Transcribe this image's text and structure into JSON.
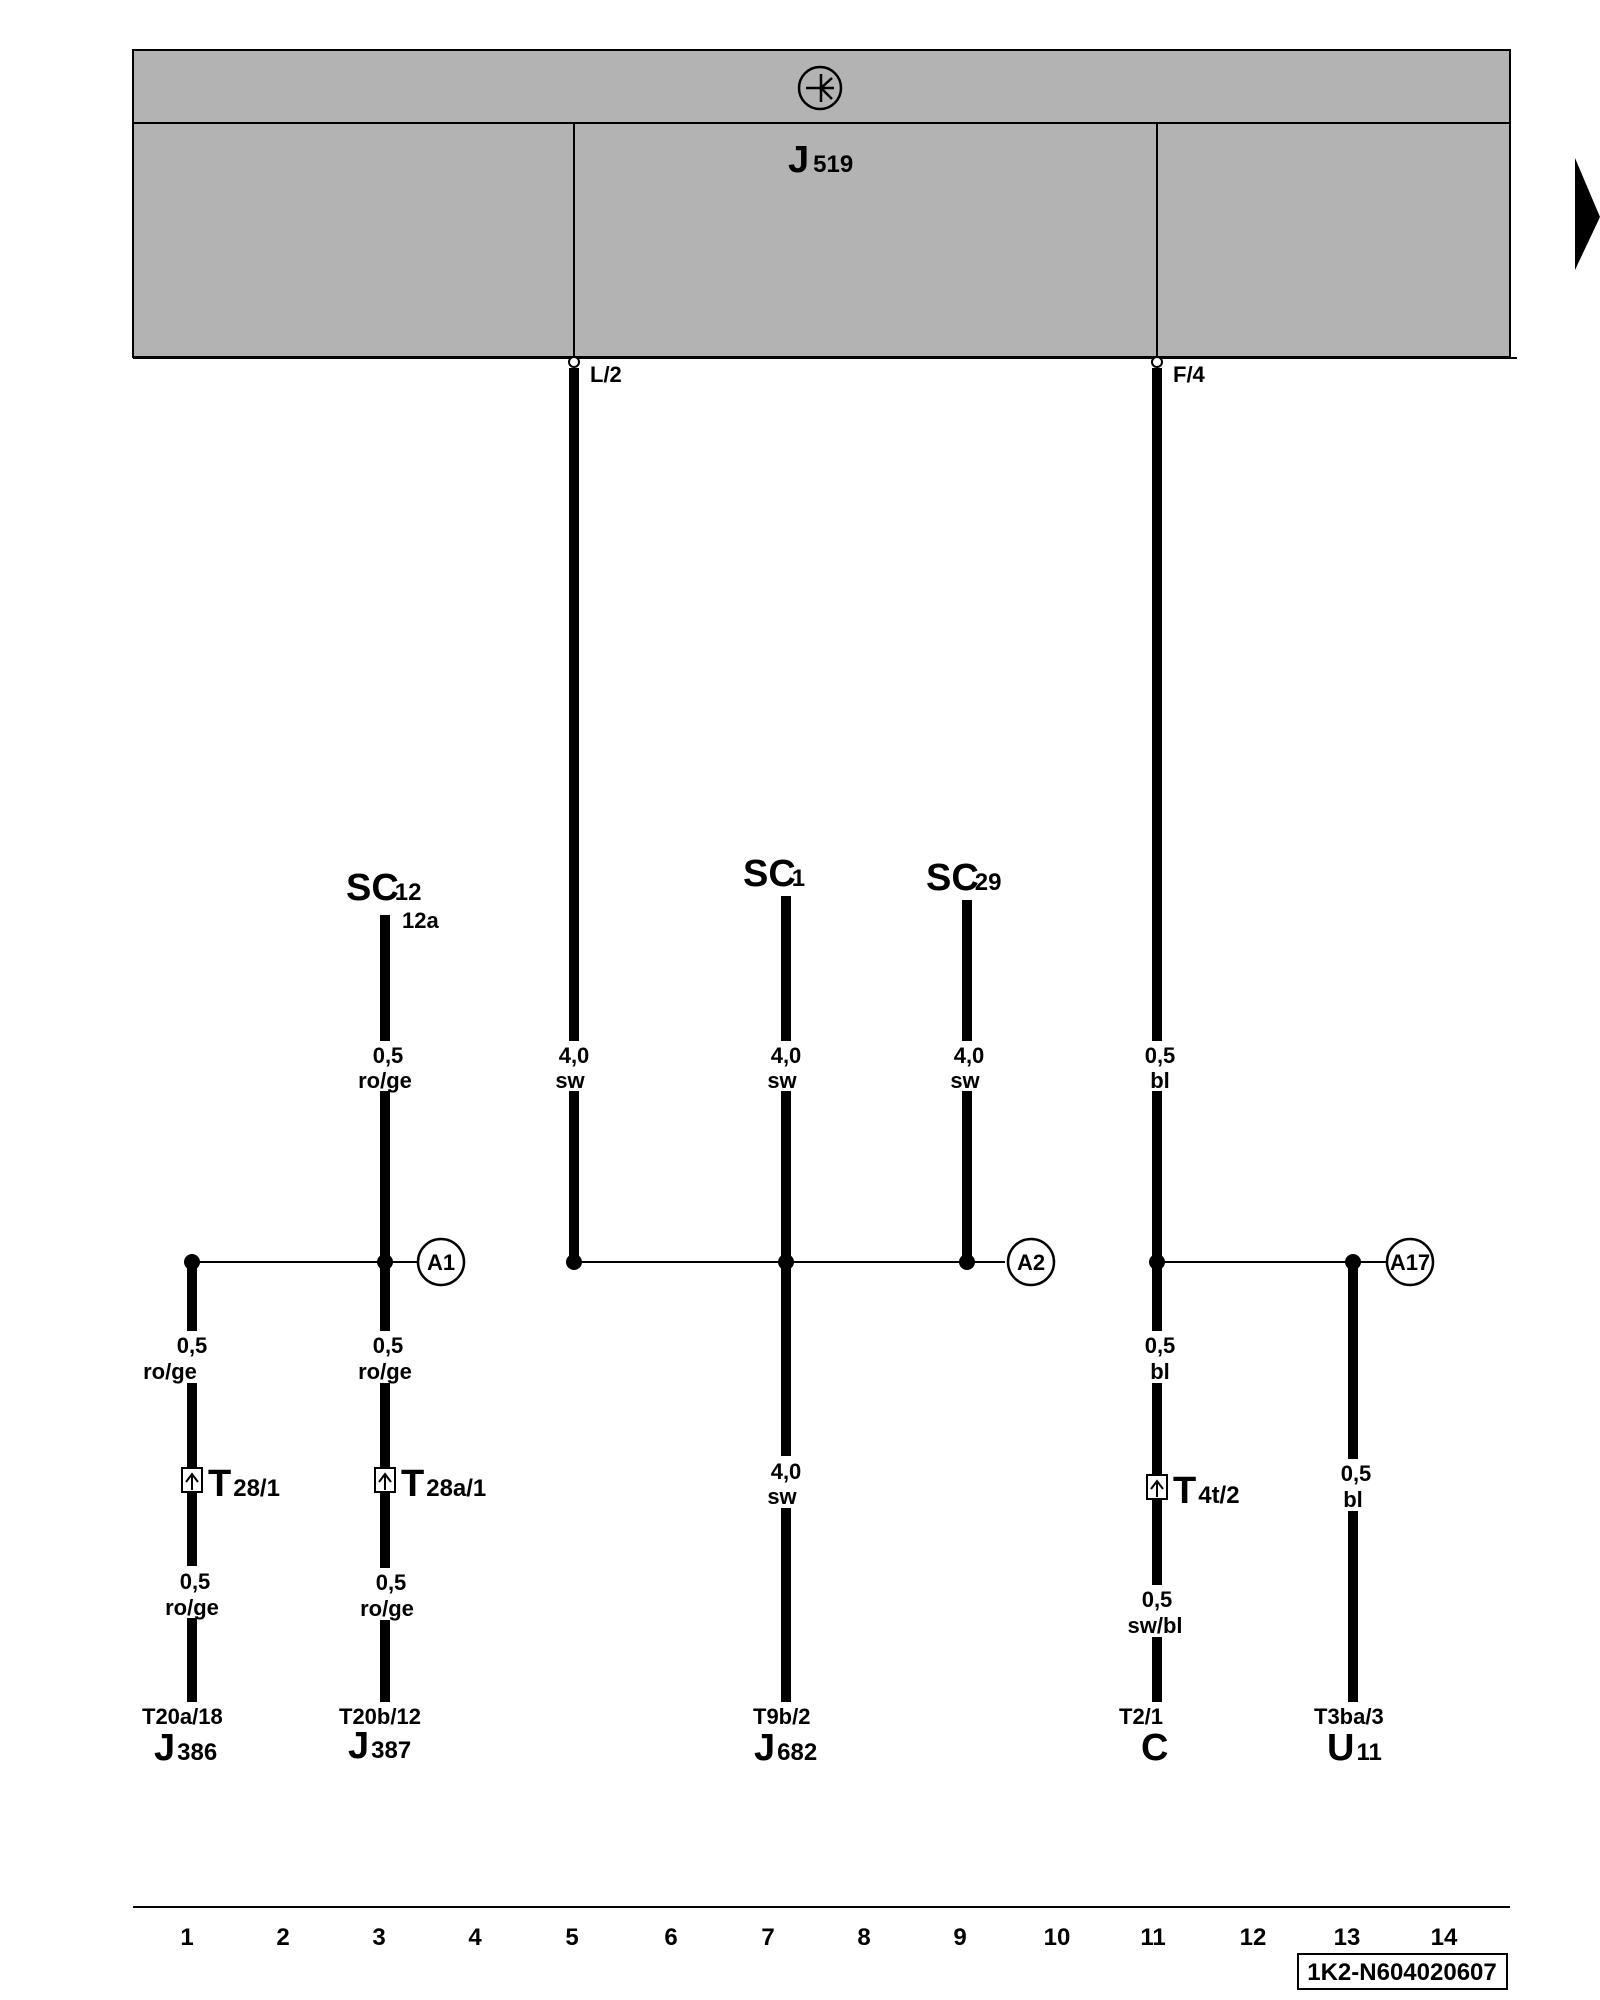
{
  "control_unit": {
    "name": "J",
    "sub": "519"
  },
  "unit_pins": {
    "left": "L/2",
    "right": "F/4"
  },
  "fuses": {
    "sc12": {
      "name": "SC",
      "sub": "12",
      "pin": "12a"
    },
    "sc1": {
      "name": "SC",
      "sub": "1"
    },
    "sc29": {
      "name": "SC",
      "sub": "29"
    }
  },
  "wires": {
    "sc12_top": [
      "0,5",
      "ro/ge"
    ],
    "l2_top": [
      "4,0",
      "sw"
    ],
    "sc1_top": [
      "4,0",
      "sw"
    ],
    "sc29_top": [
      "4,0",
      "sw"
    ],
    "f4_top": [
      "0,5",
      "bl"
    ],
    "col1_upper": [
      "0,5",
      "ro/ge"
    ],
    "col3_upper": [
      "0,5",
      "ro/ge"
    ],
    "col1_lower": [
      "0,5",
      "ro/ge"
    ],
    "col3_lower": [
      "0,5",
      "ro/ge"
    ],
    "j682_wire": [
      "4,0",
      "sw"
    ],
    "col11_upper": [
      "0,5",
      "bl"
    ],
    "col11_lower": [
      "0,5",
      "sw/bl"
    ],
    "col13_wire": [
      "0,5",
      "bl"
    ]
  },
  "connections": {
    "a1": "A1",
    "a2": "A2",
    "a17": "A17"
  },
  "connectors": {
    "t28": {
      "name": "T",
      "sub": "28/1"
    },
    "t28a": {
      "name": "T",
      "sub": "28a/1"
    },
    "t4t": {
      "name": "T",
      "sub": "4t/2"
    }
  },
  "terminals": {
    "j386": {
      "pin": "T20a/18",
      "name": "J",
      "sub": "386"
    },
    "j387": {
      "pin": "T20b/12",
      "name": "J",
      "sub": "387"
    },
    "j682": {
      "pin": "T9b/2",
      "name": "J",
      "sub": "682"
    },
    "c": {
      "pin": "T2/1",
      "name": "C",
      "sub": ""
    },
    "u11": {
      "pin": "T3ba/3",
      "name": "U",
      "sub": "11"
    }
  },
  "column_numbers": [
    "1",
    "2",
    "3",
    "4",
    "5",
    "6",
    "7",
    "8",
    "9",
    "10",
    "11",
    "12",
    "13",
    "14"
  ],
  "document_id": "1K2-N604020607",
  "colors": {
    "unit_fill": "#b3b3b3",
    "line": "#000000",
    "background": "#ffffff"
  },
  "icons": {
    "unit_symbol": "transistor-circle-icon",
    "connector_symbol": "connector-arrow-icon",
    "page_continue": "triangle-right-icon"
  }
}
